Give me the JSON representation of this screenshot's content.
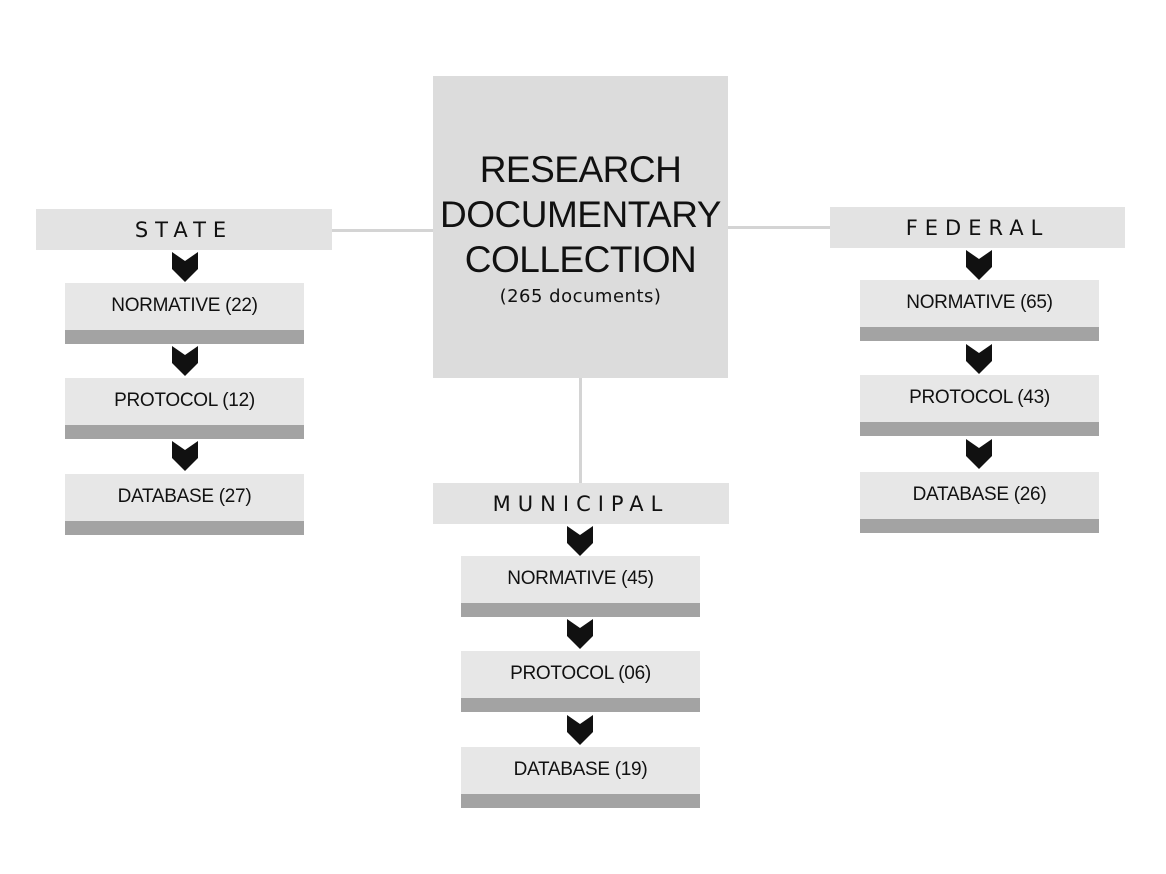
{
  "center": {
    "title_lines": [
      "RESEARCH",
      "DOCUMENTARY",
      "COLLECTION"
    ],
    "subtitle": "(265 documents)"
  },
  "branches": {
    "state": {
      "label": "STATE",
      "items": [
        {
          "label": "NORMATIVE (22)"
        },
        {
          "label": "PROTOCOL (12)"
        },
        {
          "label": "DATABASE (27)"
        }
      ]
    },
    "federal": {
      "label": "FEDERAL",
      "items": [
        {
          "label": "NORMATIVE (65)"
        },
        {
          "label": "PROTOCOL (43)"
        },
        {
          "label": "DATABASE (26)"
        }
      ]
    },
    "municipal": {
      "label": "MUNICIPAL",
      "items": [
        {
          "label": "NORMATIVE (45)"
        },
        {
          "label": "PROTOCOL (06)"
        },
        {
          "label": "DATABASE (19)"
        }
      ]
    }
  },
  "colors": {
    "box_fill": "#e7e7e7",
    "box_bottom_bar": "#a3a3a3",
    "center_fill": "#dcdcdc",
    "connector": "#d4d4d4",
    "arrow": "#111111"
  },
  "icons": {
    "arrow": "chevron-down-icon"
  }
}
